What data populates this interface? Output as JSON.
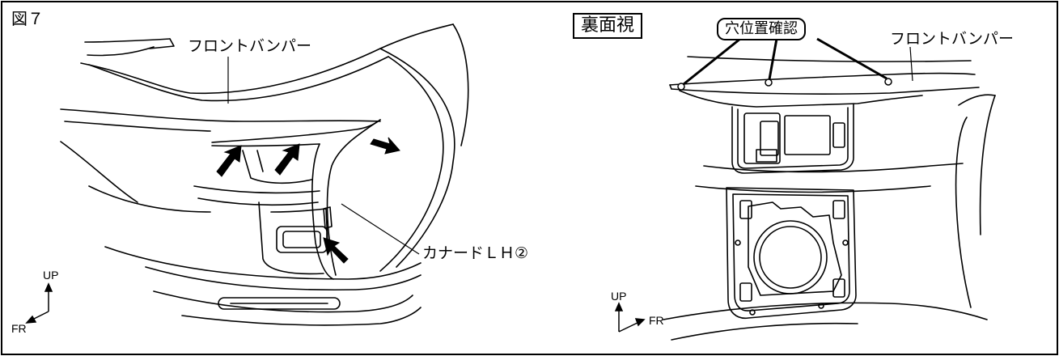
{
  "figure": {
    "label": "図７"
  },
  "left_panel": {
    "part_label": "フロントバンパー",
    "callout_label": "カナードＬＨ②",
    "axis_up": "UP",
    "axis_fr": "FR"
  },
  "right_panel": {
    "view_title": "裏面視",
    "hole_check_label": "穴位置確認",
    "part_label": "フロントバンパー",
    "axis_up": "UP",
    "axis_fr": "FR"
  }
}
